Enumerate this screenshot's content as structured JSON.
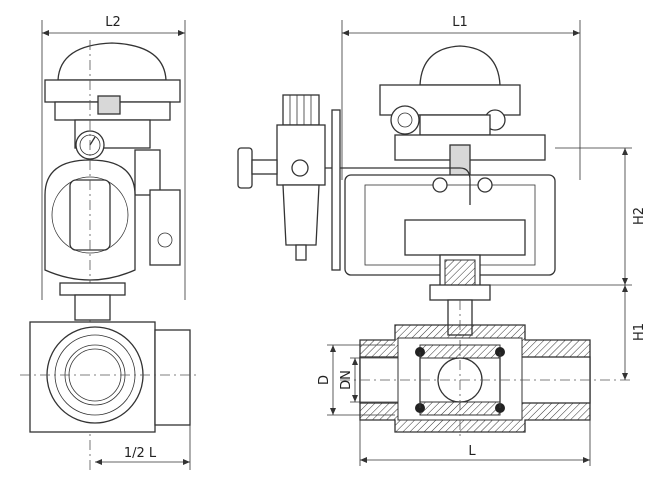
{
  "title": "Pneumatic actuated 3-way ball valve dimension drawing",
  "dimensions": {
    "l2": "L2",
    "l1": "L1",
    "h2": "H2",
    "h1": "H1",
    "d": "D",
    "dn": "DN",
    "l": "L",
    "half_l": "1/2 L"
  }
}
